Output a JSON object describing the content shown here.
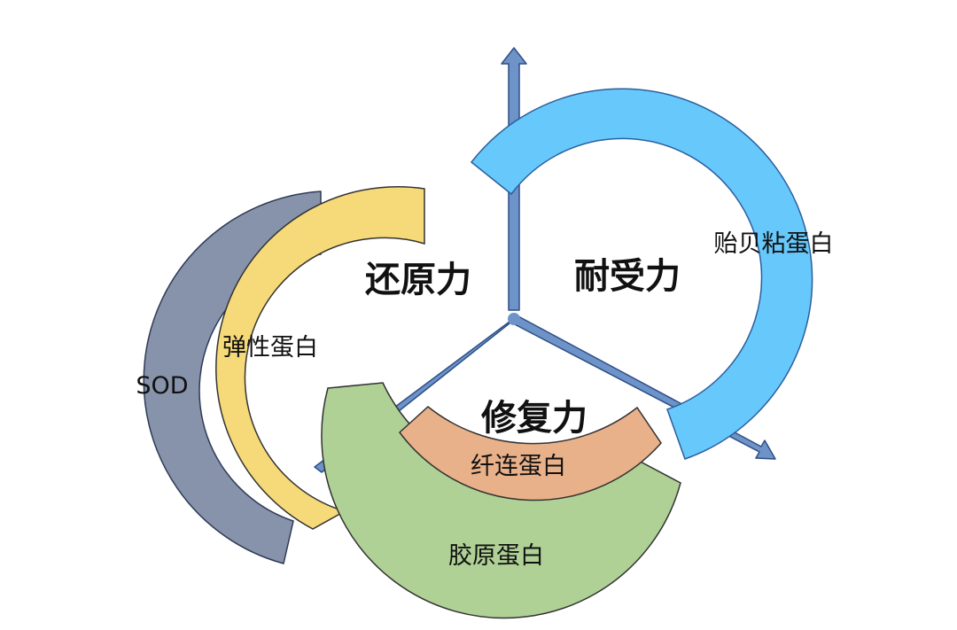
{
  "titles": {
    "restore": "还原力",
    "endure": "耐受力",
    "repair": "修复力"
  },
  "arcs": {
    "sod": {
      "label": "SOD",
      "color": "#8693ab"
    },
    "elastin": {
      "label": "弹性蛋白",
      "color": "#f6d978"
    },
    "collagen": {
      "label": "胶原蛋白",
      "color": "#b0d195"
    },
    "fibronectin": {
      "label": "纤连蛋白",
      "color": "#e9b189"
    },
    "adhesion": {
      "label": "贻贝粘蛋白",
      "color": "#67c8fb"
    }
  },
  "axis_color": "#6d93c8"
}
